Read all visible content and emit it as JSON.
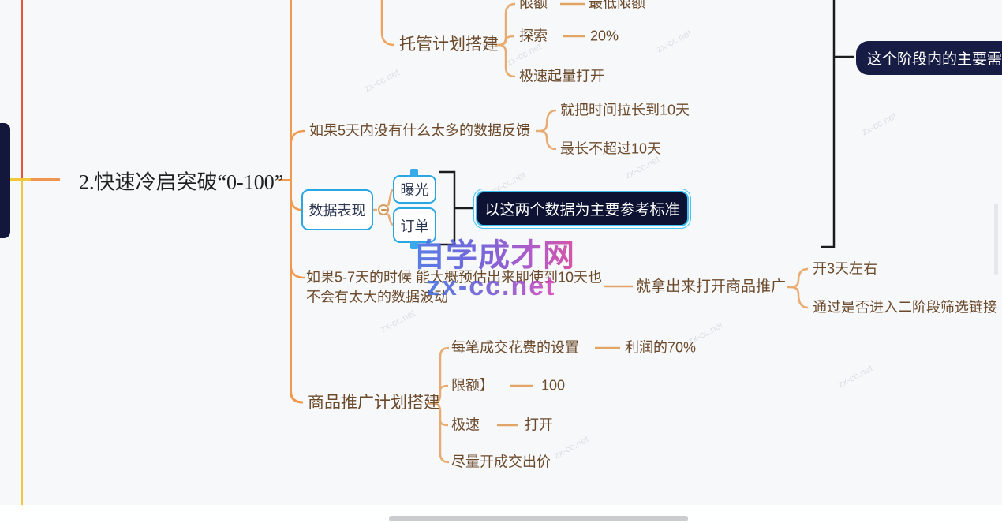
{
  "app": {
    "type": "mindmap-canvas"
  },
  "colors": {
    "background": "#f7f8f9",
    "branch_orange": "#f0994f",
    "branch_tan": "#e8ab72",
    "label_brown": "#6b4a2c",
    "blue_node_border": "#2aa7e3",
    "dark_node_fill": "#0d1232",
    "cyan_selection": "#3cc0f4",
    "bracket_black": "#1c1c1c",
    "red_guide_line": "#e8543e",
    "yellow_guide_line": "#f3c73b",
    "watermark_blue": "#4a74e4",
    "watermark_pink": "#d4489e"
  },
  "mindmap": {
    "main_topic": "2.快速冷启突破“0-100”",
    "hosting_plan": {
      "label": "托管计划搭建",
      "children": [
        {
          "label": "限额",
          "value": "最低限额"
        },
        {
          "label": "探索",
          "value": "20%"
        },
        {
          "label": "极速起量打开",
          "value": ""
        }
      ]
    },
    "feedback_branch": {
      "label": "如果5天内没有什么太多的数据反馈",
      "children": [
        {
          "label": "就把时间拉长到10天"
        },
        {
          "label": "最长不超过10天"
        }
      ]
    },
    "data_branch": {
      "label": "数据表现",
      "children": [
        {
          "label": "曝光"
        },
        {
          "label": "订单"
        }
      ],
      "summary": "以这两个数据为主要参考标准"
    },
    "predict_branch": {
      "label_line1": "如果5-7天的时候 能大概预估出来即使到10天也",
      "label_line2": "不会有太大的数据波动",
      "child": {
        "label": "就拿出来打开商品推广",
        "children": [
          {
            "label": "开3天左右"
          },
          {
            "label": "通过是否进入二阶段筛选链接"
          }
        ]
      }
    },
    "product_plan": {
      "label": "商品推广计划搭建",
      "children": [
        {
          "label": "每笔成交花费的设置",
          "value": "利润的70%"
        },
        {
          "label": "限额】",
          "value": "100"
        },
        {
          "label": "极速",
          "value": "打开"
        },
        {
          "label": "尽量开成交出价",
          "value": ""
        }
      ]
    },
    "stage_summary": "这个阶段内的主要需求"
  },
  "watermark": {
    "site_name": "自学成才网",
    "site_url": "zx-cc.net",
    "tile": "zx-cc.net"
  }
}
